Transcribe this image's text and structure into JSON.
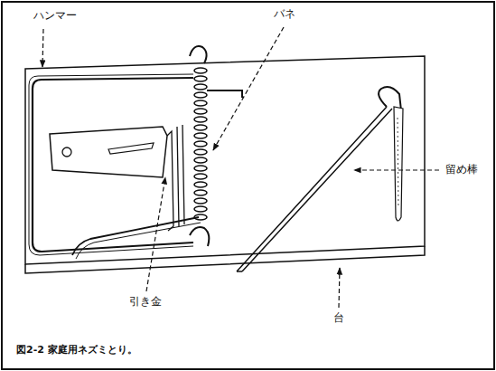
{
  "diagram": {
    "caption": "図2-2 家庭用ネズミとり。",
    "labels": [
      "ハンマー",
      "バネ",
      "留め棒",
      "引き金",
      "台"
    ]
  }
}
